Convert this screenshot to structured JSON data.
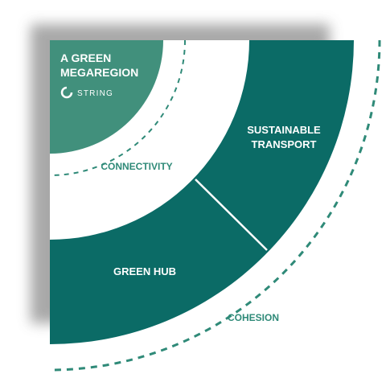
{
  "title": {
    "line1": "A GREEN",
    "line2": "MEGAREGION"
  },
  "logo": {
    "text": "STRING",
    "icon": "string-ring-icon"
  },
  "segments": {
    "sustainable_transport": {
      "line1": "SUSTAINABLE",
      "line2": "TRANSPORT"
    },
    "green_hub": "GREEN HUB"
  },
  "rings": {
    "inner": "CONNECTIVITY",
    "outer": "COHESION"
  },
  "colors": {
    "core": "#41907c",
    "band": "#0b6b66",
    "connectivity_dash": "#2f8a78",
    "cohesion_dash": "#2f8a78",
    "shadow": "#9a9a9a",
    "text_light": "#ffffff"
  }
}
